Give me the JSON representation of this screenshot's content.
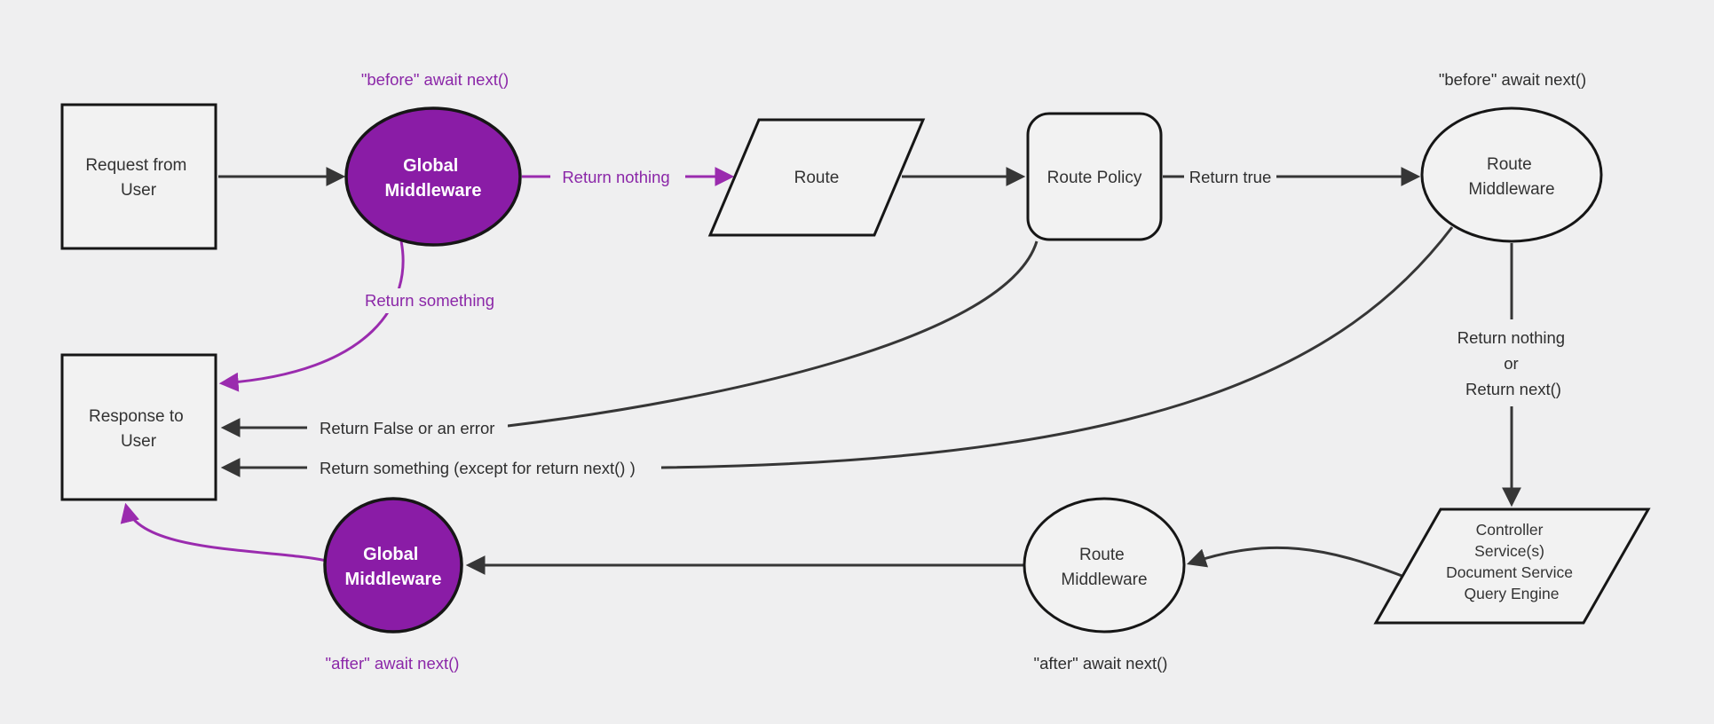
{
  "diagram": {
    "background_color": "#efeff0",
    "colors": {
      "purple_fill": "#8a1ca6",
      "purple_stroke": "#9a2bae",
      "purple_text": "#8b27a8",
      "edge_stroke": "#363636",
      "node_border": "#161616",
      "node_fill": "#f2f2f2",
      "text": "#333333",
      "white_text": "#ffffff"
    },
    "nodes": {
      "request": {
        "line1": "Request from",
        "line2": "User"
      },
      "global_middleware_top": {
        "line1": "Global",
        "line2": "Middleware"
      },
      "route": {
        "label": "Route"
      },
      "route_policy": {
        "label": "Route Policy"
      },
      "route_middleware_top": {
        "line1": "Route",
        "line2": "Middleware"
      },
      "controller": {
        "line1": "Controller",
        "line2": "Service(s)",
        "line3": "Document Service",
        "line4": "Query Engine"
      },
      "route_middleware_bottom": {
        "line1": "Route",
        "line2": "Middleware"
      },
      "global_middleware_bottom": {
        "line1": "Global",
        "line2": "Middleware"
      },
      "response": {
        "line1": "Response to",
        "line2": "User"
      }
    },
    "labels": {
      "before_await_next_left": "\"before\" await next()",
      "before_await_next_right": "\"before\" await next()",
      "after_await_next_left": "\"after\" await next()",
      "after_await_next_right": "\"after\" await next()",
      "return_nothing": "Return nothing",
      "return_true": "Return true",
      "return_something": "Return something",
      "return_nothing_or_1": "Return nothing",
      "return_nothing_or_2": "or",
      "return_nothing_or_3": "Return next()",
      "return_false_or_error": "Return False or an error",
      "return_something_except": "Return something (except for return next() )"
    }
  }
}
